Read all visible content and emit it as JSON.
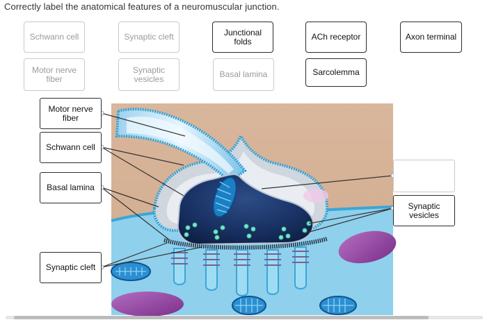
{
  "instruction": "Correctly label the anatomical features of a neuromuscular junction.",
  "bank": {
    "row1": [
      "Schwann cell",
      "Synaptic cleft",
      "Junctional folds",
      "ACh receptor",
      "Axon terminal"
    ],
    "row2": [
      "Motor nerve fiber",
      "Synaptic vesicles",
      "Basal lamina",
      "Sarcolemma"
    ]
  },
  "targets": {
    "motor_nerve_fiber": "Motor nerve fiber",
    "schwann_cell": "Schwann cell",
    "basal_lamina": "Basal lamina",
    "synaptic_cleft": "Synaptic cleft",
    "right_top_empty": "",
    "synaptic_vesicles": "Synaptic vesicles"
  },
  "colors": {
    "border_active": "#2b2b2b",
    "border_used": "#c9c9c9",
    "text_used": "#9a9a9a",
    "muscle_bg": "#8fd0ec",
    "mito_purple": "#8e3f9a",
    "membrane_blue": "#4fb7e3"
  }
}
